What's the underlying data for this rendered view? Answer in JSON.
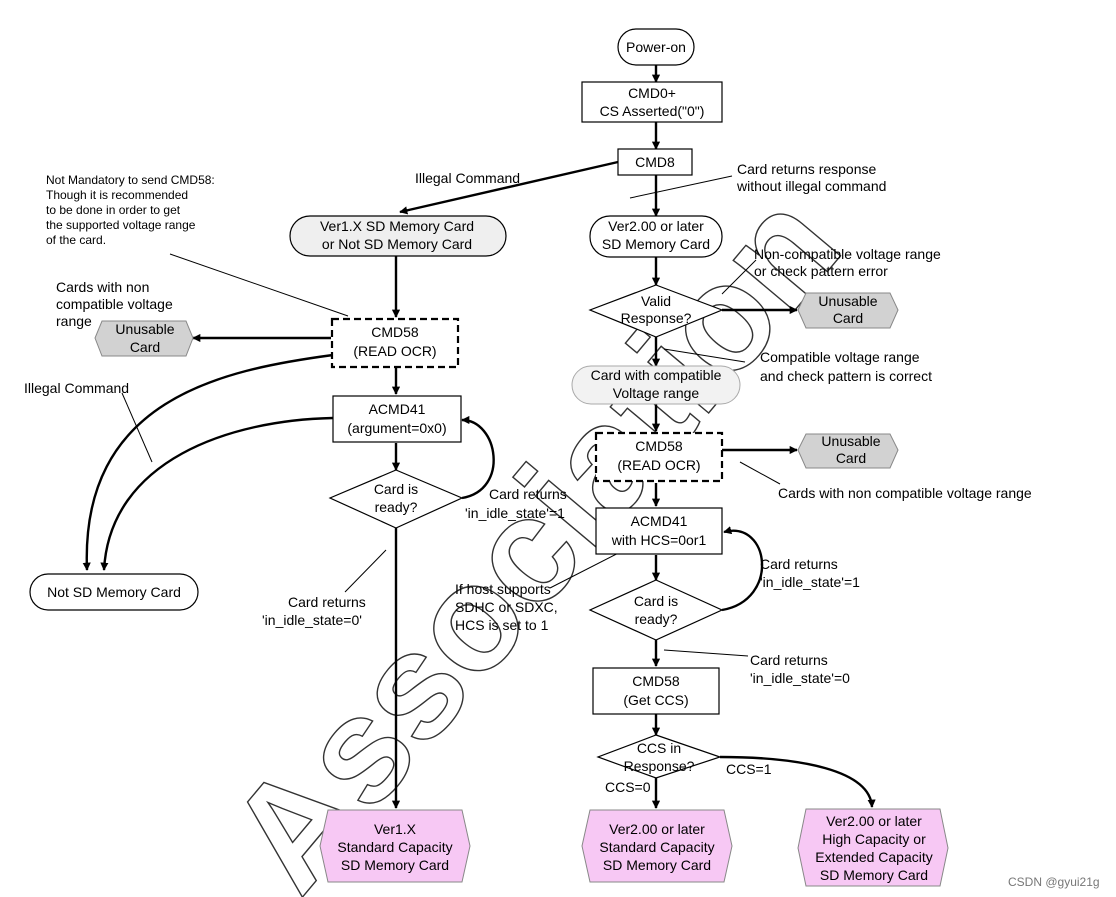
{
  "nodes": {
    "power_on": "Power-on",
    "cmd0": [
      "CMD0+",
      "CS Asserted(\"0\")"
    ],
    "cmd8": "CMD8",
    "ver1x_card": [
      "Ver1.X SD Memory Card",
      "or Not SD Memory Card"
    ],
    "ver2_card": [
      "Ver2.00 or later",
      "SD Memory Card"
    ],
    "valid_response": [
      "Valid",
      "Response?"
    ],
    "unusable_1": [
      "Unusable",
      "Card"
    ],
    "unusable_left": [
      "Unusable",
      "Card"
    ],
    "cmd58_left": [
      "CMD58",
      "(READ OCR)"
    ],
    "compatible_voltage": [
      "Card with compatible",
      "Voltage range"
    ],
    "cmd58_right": [
      "CMD58",
      "(READ OCR)"
    ],
    "unusable_2": [
      "Unusable",
      "Card"
    ],
    "acmd41_left": [
      "ACMD41",
      "(argument=0x0)"
    ],
    "ready_left": [
      "Card is",
      "ready?"
    ],
    "acmd41_right": [
      "ACMD41",
      "with HCS=0or1"
    ],
    "ready_right": [
      "Card is",
      "ready?"
    ],
    "not_sd": "Not SD Memory Card",
    "cmd58_ccs": [
      "CMD58",
      "(Get CCS)"
    ],
    "ccs_response": [
      "CCS in",
      "Response?"
    ],
    "ver1x_sc": [
      "Ver1.X",
      "Standard Capacity",
      "SD Memory Card"
    ],
    "ver2_sc": [
      "Ver2.00 or later",
      "Standard Capacity",
      "SD Memory Card"
    ],
    "ver2_hc": [
      "Ver2.00 or later",
      "High Capacity or",
      "Extended Capacity",
      "SD Memory Card"
    ]
  },
  "labels": {
    "not_mandatory": [
      "Not Mandatory to send CMD58:",
      "Though it is recommended",
      "to be done in order to get",
      "the supported voltage range",
      "of the card."
    ],
    "illegal_command_top": "Illegal Command",
    "card_returns_response": [
      "Card returns response",
      "without illegal command"
    ],
    "non_compatible": [
      "Non-compatible voltage range",
      "or check pattern error"
    ],
    "cards_non_compat_left": [
      "Cards with non",
      "compatible voltage",
      "range"
    ],
    "compatible_correct": [
      "Compatible voltage range",
      "and check pattern is correct"
    ],
    "illegal_command_left": "Illegal Command",
    "cards_non_compat_right": "Cards with non compatible voltage range",
    "idle_1_left": [
      "Card returns",
      "'in_idle_state'=1"
    ],
    "idle_1_right": [
      "Card returns",
      "'in_idle_state'=1"
    ],
    "host_supports": [
      "If host supports",
      "SDHC or SDXC,",
      "HCS is set to 1"
    ],
    "idle_0_left": [
      "Card returns",
      "'in_idle_state=0'"
    ],
    "idle_0_right": [
      "Card returns",
      "'in_idle_state'=0"
    ],
    "ccs_1": "CCS=1",
    "ccs_0": "CCS=0"
  },
  "watermark": "Association",
  "credit": "CSDN @gyui21g"
}
